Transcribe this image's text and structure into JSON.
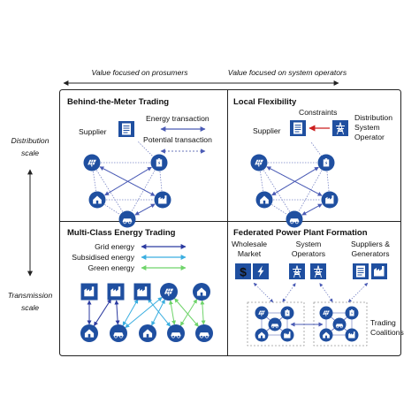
{
  "axis_top": {
    "left": "Value focused on prosumers",
    "right": "Value focused on system operators"
  },
  "axis_side": {
    "top_line1": "Distribution",
    "top_line2": "scale",
    "bottom_line1": "Transmission",
    "bottom_line2": "scale"
  },
  "panels": {
    "btm": {
      "title": "Behind-the-Meter Trading",
      "supplier": "Supplier",
      "legend_energy": "Energy transaction",
      "legend_potential": "Potential transaction"
    },
    "local": {
      "title": "Local Flexibility",
      "supplier": "Supplier",
      "constraints": "Constraints",
      "dso_line1": "Distribution",
      "dso_line2": "System",
      "dso_line3": "Operator"
    },
    "multi": {
      "title": "Multi-Class Energy Trading",
      "legend_grid": "Grid energy",
      "legend_subsidised": "Subsidised energy",
      "legend_green": "Green energy"
    },
    "fed": {
      "title": "Federated Power Plant Formation",
      "wholesale_line1": "Wholesale",
      "wholesale_line2": "Market",
      "sysop_line1": "System",
      "sysop_line2": "Operators",
      "supp_line1": "Suppliers &",
      "supp_line2": "Generators",
      "coal_line1": "Trading",
      "coal_line2": "Coalitions"
    }
  },
  "colors": {
    "node": "#1f4fa0",
    "arrow": "#4a5bb5",
    "grid": "#2b3aa0",
    "subsidised": "#3aaee0",
    "green": "#6fd46a",
    "constraint": "#cc1f1f"
  },
  "icons": [
    "house-icon",
    "factory-icon",
    "ev-car-icon",
    "solar-panel-icon",
    "battery-icon",
    "supplier-document-icon",
    "pylon-icon",
    "dollar-icon",
    "lightning-icon"
  ]
}
